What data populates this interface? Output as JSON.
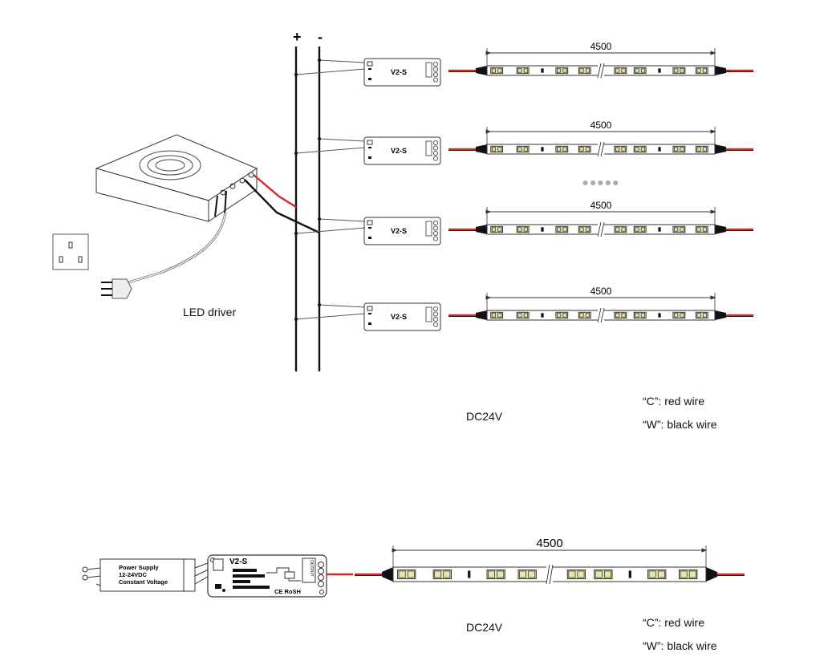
{
  "bus": {
    "plus_label": "+",
    "minus_label": "-"
  },
  "driver": {
    "label": "LED driver"
  },
  "controller": {
    "model": "V2-S"
  },
  "strip": {
    "length": "4500"
  },
  "ellipsis": "●●●●●",
  "top_section": {
    "voltage": "DC24V",
    "legend": [
      "“C”: red wire",
      "“W”: black wire"
    ]
  },
  "bottom_section": {
    "power_supply": {
      "line1": "Power Supply",
      "line2": "12-24VDC",
      "line3": "Constant Voltage"
    },
    "controller_model": "V2-S",
    "controller_mark": "CE RoSH",
    "controller_output": "OUTPUT",
    "strip_length": "4500",
    "voltage": "DC24V",
    "legend": [
      "“C”: red wire",
      "“W”: black wire"
    ]
  },
  "colors": {
    "red_wire": "#d42a2a",
    "black_wire": "#111111",
    "led_pad": "#e8e6b0"
  }
}
